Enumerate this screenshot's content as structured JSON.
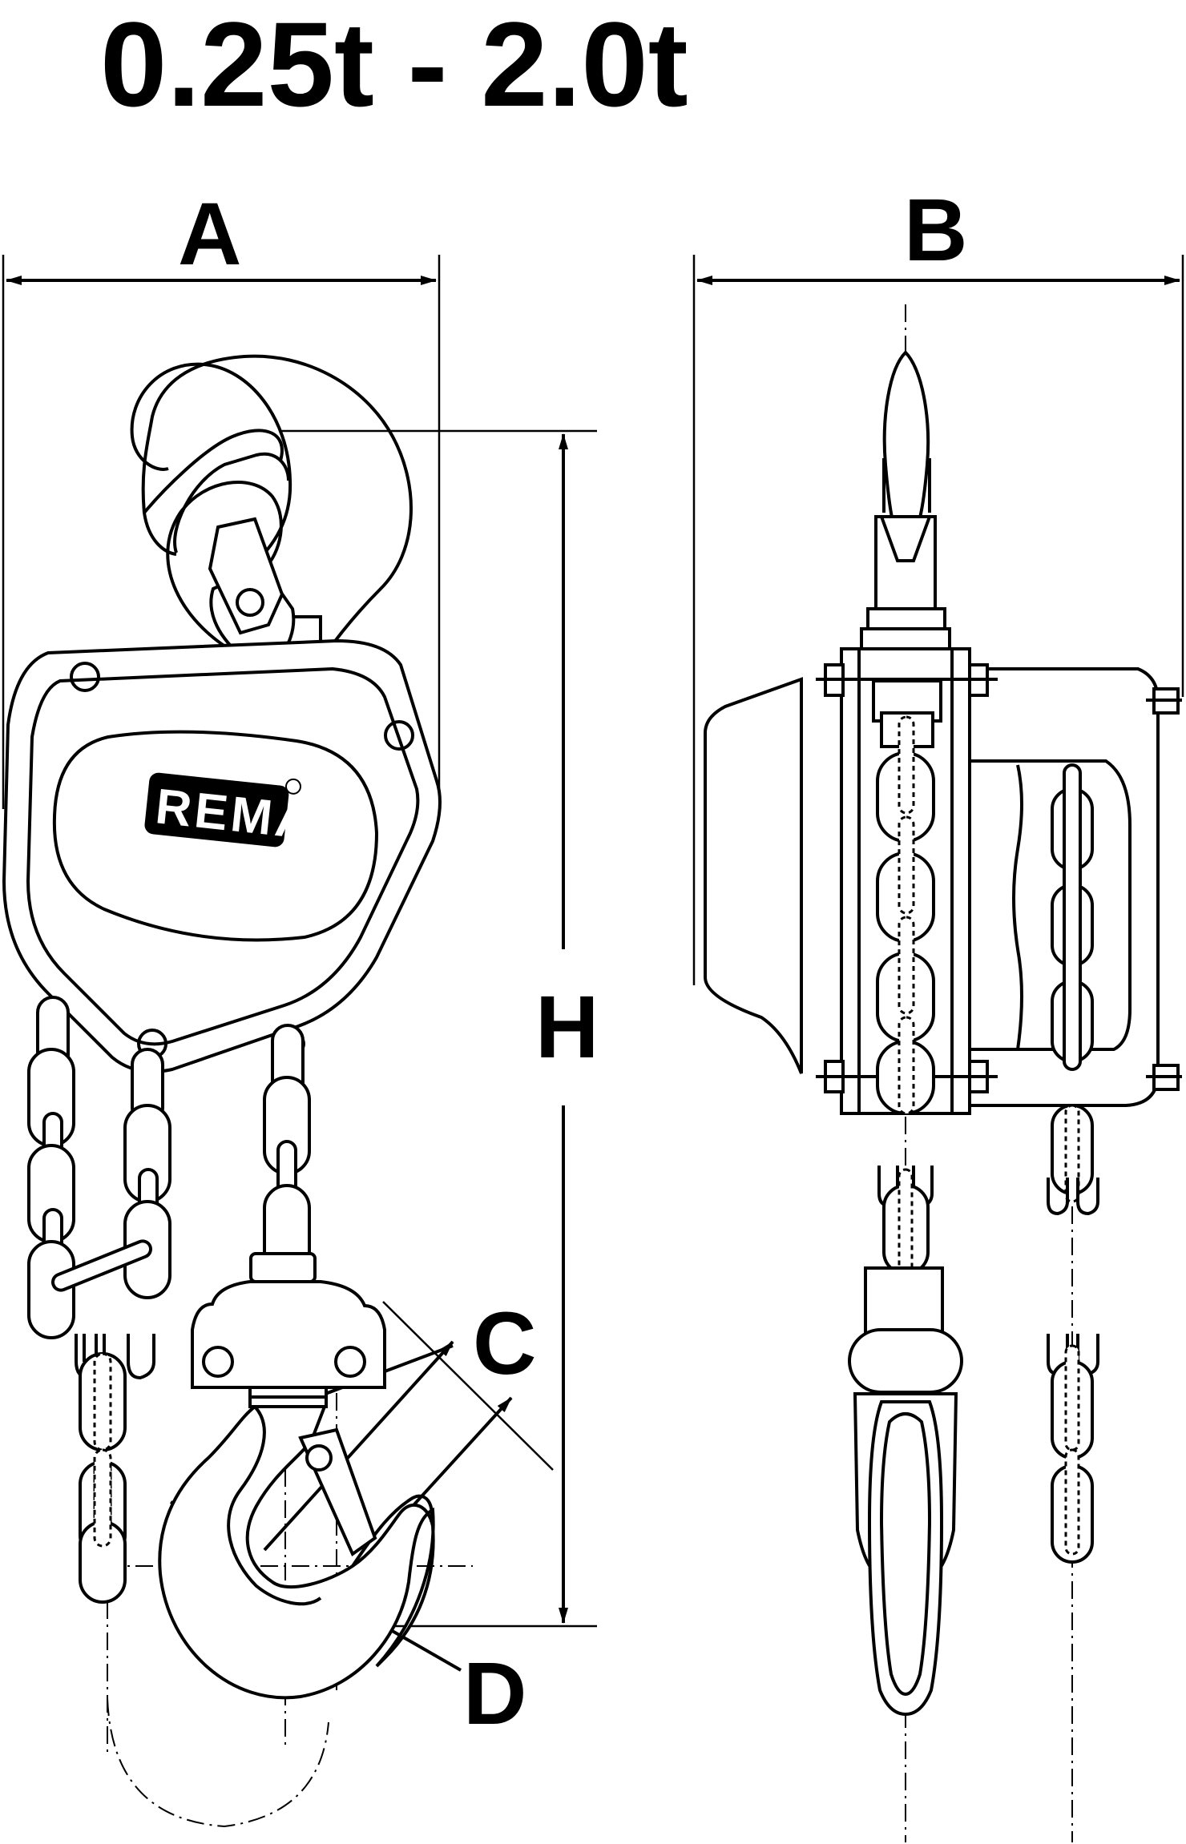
{
  "title": "0.25t - 2.0t",
  "brand_logo": "REMA",
  "dimension_labels": {
    "a": "A",
    "b": "B",
    "c": "C",
    "d": "D",
    "h": "H"
  },
  "colors": {
    "line": "#000000",
    "background": "#ffffff"
  }
}
